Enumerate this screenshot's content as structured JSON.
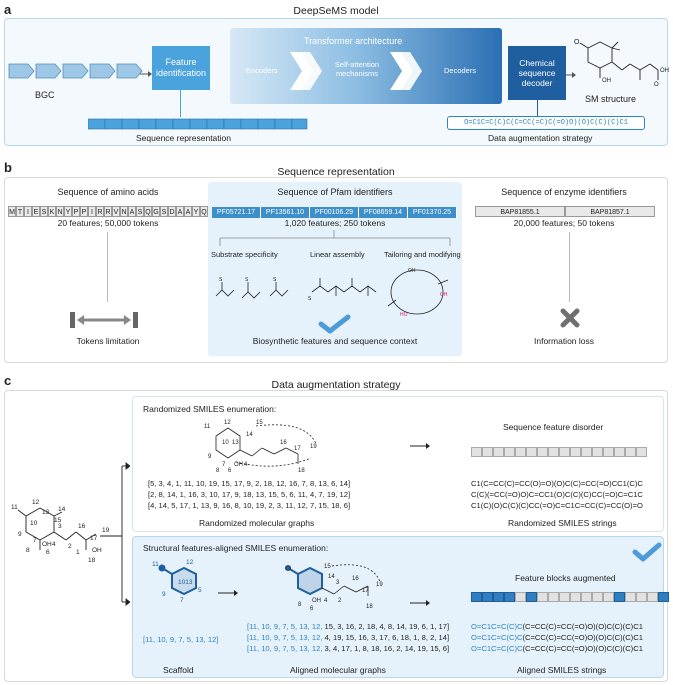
{
  "panel_a": {
    "letter": "a",
    "title": "DeepSeMS model",
    "bgc_label": "BGC",
    "feature_id": "Feature identification",
    "transformer_title": "Transformer architecture",
    "encoders": "Encoders",
    "self_attention": "Self-attention mechanisms",
    "decoders": "Decoders",
    "chem_decoder": "Chemical sequence decoder",
    "sm_structure": "SM structure",
    "seq_rep": "Sequence representation",
    "smiles": "O=C1C=C(C)C(C=CC(=C)C(=O)O)(O)C(C)(C)C1",
    "data_aug": "Data augmentation strategy"
  },
  "panel_b": {
    "letter": "b",
    "title": "Sequence representation",
    "col1": {
      "title": "Sequence of amino acids",
      "residues": [
        "M",
        "T",
        "I",
        "E",
        "S",
        "K",
        "N",
        "Y",
        "P",
        "P",
        "I",
        "R",
        "R",
        "V",
        "N",
        "A",
        "S",
        "Q",
        "G",
        "S",
        "D",
        "A",
        "A",
        "Y",
        "Q"
      ],
      "features": "20 features; 50,000 tokens",
      "result": "Tokens limitation"
    },
    "col2": {
      "title": "Sequence of Pfam identifiers",
      "ids": [
        "PF05721.17",
        "PF13561.10",
        "PF00106.29",
        "PF08659.14",
        "PF01370.25"
      ],
      "features": "1,020 features; 250 tokens",
      "sub1": "Substrate specificity",
      "sub2": "Linear assembly",
      "sub3": "Tailoring and modifying",
      "result": "Biosynthetic features and sequence context"
    },
    "col3": {
      "title": "Sequence of enzyme identifiers",
      "ids": [
        "BAP81855.1",
        "BAP81857.1"
      ],
      "features": "20,000 features; 50 tokens",
      "result": "Information loss"
    }
  },
  "panel_c": {
    "letter": "c",
    "title": "Data augmentation strategy",
    "randomized_title": "Randomized SMILES enumeration:",
    "disorder_title": "Sequence feature disorder",
    "random_graphs": [
      "[5, 3, 4, 1, 11, 10, 19, 15, 17, 9, 2, 18, 12, 16, 7, 8, 13, 6, 14]",
      "[2, 8, 14, 1, 16, 3, 10, 17, 9, 18, 13, 15, 5, 6, 11, 4, 7, 19, 12]",
      "[4, 14, 5, 17, 1, 13, 9, 16, 8, 10, 19, 2, 3, 11, 12, 7, 15, 18, 6]"
    ],
    "random_smiles": [
      "C1(C=CC(C)=CC(O)=O)(O)C(C)=CC(=O)CC1(C)C",
      "C(C)(=CC(=O)O)C=CC1(O)C(C)(C)CC(=O)C=C1C",
      "C1(C)(O)C(C)(C)CC(=O)C=C1C=CC(C)=CC(O)=O"
    ],
    "random_graphs_label": "Randomized molecular graphs",
    "random_smiles_label": "Randomized SMILES strings",
    "aligned_title": "Structural features-aligned SMILES enumeration:",
    "blocks_title": "Feature blocks augmented",
    "scaffold_ids": "[11, 10, 9, 7, 5, 13, 12]",
    "aligned_graphs": [
      {
        "prefix": "[11, 10, 9, 7, 5, 13, 12,",
        "rest": " 15, 3, 16, 2, 18, 4, 8, 14, 19, 6, 1, 17]"
      },
      {
        "prefix": "[11, 10, 9, 7, 5, 13, 12,",
        "rest": " 4, 19, 15, 16, 3, 17, 6, 18, 1, 8, 2, 14]"
      },
      {
        "prefix": "[11, 10, 9, 7, 5, 13, 12,",
        "rest": " 3, 4, 17, 1, 8, 18, 16, 2, 14, 19, 15, 6]"
      }
    ],
    "aligned_smiles": [
      {
        "prefix": "O=C1C=C(C)C",
        "rest": "(C=CC(C)=CC(=O)O)(O)C(C)(C)C1"
      },
      {
        "prefix": "O=C1C=C(C)C",
        "rest": "(C=CC(C)=CC(=O)O)(O)C(C)(C)C1"
      },
      {
        "prefix": "O=C1C=C(C)C",
        "rest": "(C=CC(C)=CC(=O)O)(O)C(C)(C)C1"
      }
    ],
    "scaffold_label": "Scaffold",
    "aligned_graphs_label": "Aligned molecular graphs",
    "aligned_smiles_label": "Aligned SMILES strings",
    "atom_labels": [
      "11",
      "12",
      "13",
      "10",
      "14",
      "15",
      "16",
      "17",
      "19",
      "9",
      "7",
      "OH",
      "4",
      "3",
      "2",
      "1",
      "5",
      "6",
      "8",
      "18",
      "O",
      "OH"
    ]
  },
  "colors": {
    "panel_bg": "#eaf4fb",
    "panel_border": "#b8d7ec",
    "feature_box": "#4aa3dc",
    "transformer_dark": "#1f5fa0",
    "accent_blue": "#2c84c6",
    "check": "#4d9bd9",
    "cross": "#707070"
  }
}
